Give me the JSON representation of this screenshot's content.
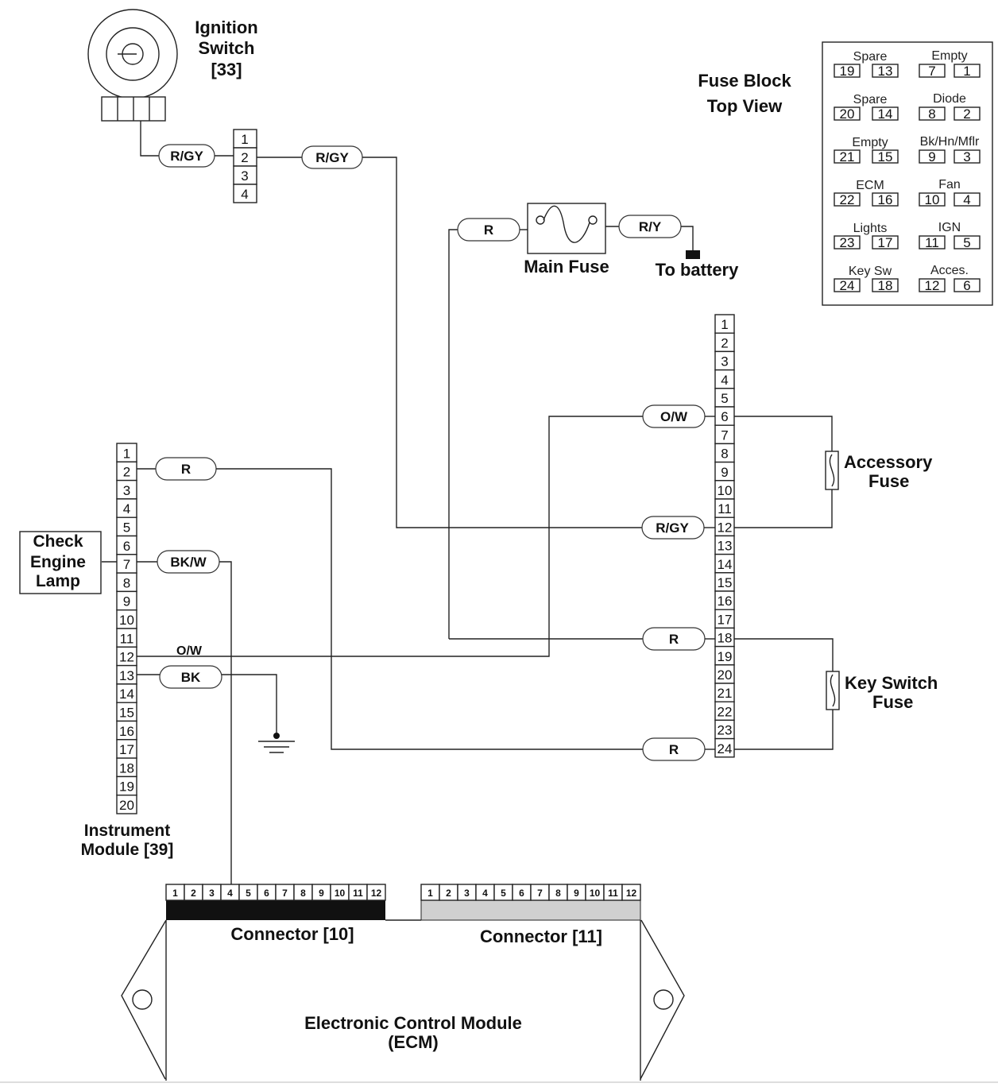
{
  "ignition_switch": {
    "title_line1": "Ignition",
    "title_line2": "Switch",
    "title_line3": "[33]"
  },
  "ignition_connector": {
    "pins": [
      "1",
      "2",
      "3",
      "4"
    ]
  },
  "wire_labels": {
    "ign_left": "R/GY",
    "ign_right": "R/GY",
    "main_fuse_left": "R",
    "main_fuse_right": "R/Y",
    "fb6": "O/W",
    "fb12": "R/GY",
    "fb18": "R",
    "fb24": "R",
    "im2": "R",
    "im7": "BK/W",
    "im12": "O/W",
    "im13": "BK"
  },
  "main_fuse": {
    "label": "Main Fuse"
  },
  "battery": {
    "label": "To battery"
  },
  "fuse_block_title": {
    "line1": "Fuse Block",
    "line2": "Top View"
  },
  "fuse_block_legend": [
    {
      "left_label": "Spare",
      "left_pins": [
        "19",
        "13"
      ],
      "right_label": "Empty",
      "right_pins": [
        "7",
        "1"
      ]
    },
    {
      "left_label": "Spare",
      "left_pins": [
        "20",
        "14"
      ],
      "right_label": "Diode",
      "right_pins": [
        "8",
        "2"
      ]
    },
    {
      "left_label": "Empty",
      "left_pins": [
        "21",
        "15"
      ],
      "right_label": "Bk/Hn/Mflr",
      "right_pins": [
        "9",
        "3"
      ]
    },
    {
      "left_label": "ECM",
      "left_pins": [
        "22",
        "16"
      ],
      "right_label": "Fan",
      "right_pins": [
        "10",
        "4"
      ]
    },
    {
      "left_label": "Lights",
      "left_pins": [
        "23",
        "17"
      ],
      "right_label": "IGN",
      "right_pins": [
        "11",
        "5"
      ]
    },
    {
      "left_label": "Key Sw",
      "left_pins": [
        "24",
        "18"
      ],
      "right_label": "Acces.",
      "right_pins": [
        "12",
        "6"
      ]
    }
  ],
  "fuse_block_pins": [
    "1",
    "2",
    "3",
    "4",
    "5",
    "6",
    "7",
    "8",
    "9",
    "10",
    "11",
    "12",
    "13",
    "14",
    "15",
    "16",
    "17",
    "18",
    "19",
    "20",
    "21",
    "22",
    "23",
    "24"
  ],
  "accessory_fuse": {
    "line1": "Accessory",
    "line2": "Fuse"
  },
  "key_switch_fuse": {
    "line1": "Key Switch",
    "line2": "Fuse"
  },
  "instrument_module": {
    "pins": [
      "1",
      "2",
      "3",
      "4",
      "5",
      "6",
      "7",
      "8",
      "9",
      "10",
      "11",
      "12",
      "13",
      "14",
      "15",
      "16",
      "17",
      "18",
      "19",
      "20"
    ],
    "line1": "Instrument",
    "line2": "Module [39]"
  },
  "check_engine_lamp": {
    "line1": "Check",
    "line2": "Engine",
    "line3": "Lamp"
  },
  "ecm": {
    "connector10_pins": [
      "1",
      "2",
      "3",
      "4",
      "5",
      "6",
      "7",
      "8",
      "9",
      "10",
      "11",
      "12"
    ],
    "connector11_pins": [
      "1",
      "2",
      "3",
      "4",
      "5",
      "6",
      "7",
      "8",
      "9",
      "10",
      "11",
      "12"
    ],
    "connector10_label": "Connector [10]",
    "connector11_label": "Connector [11]",
    "line1": "Electronic Control Module",
    "line2": "(ECM)"
  }
}
